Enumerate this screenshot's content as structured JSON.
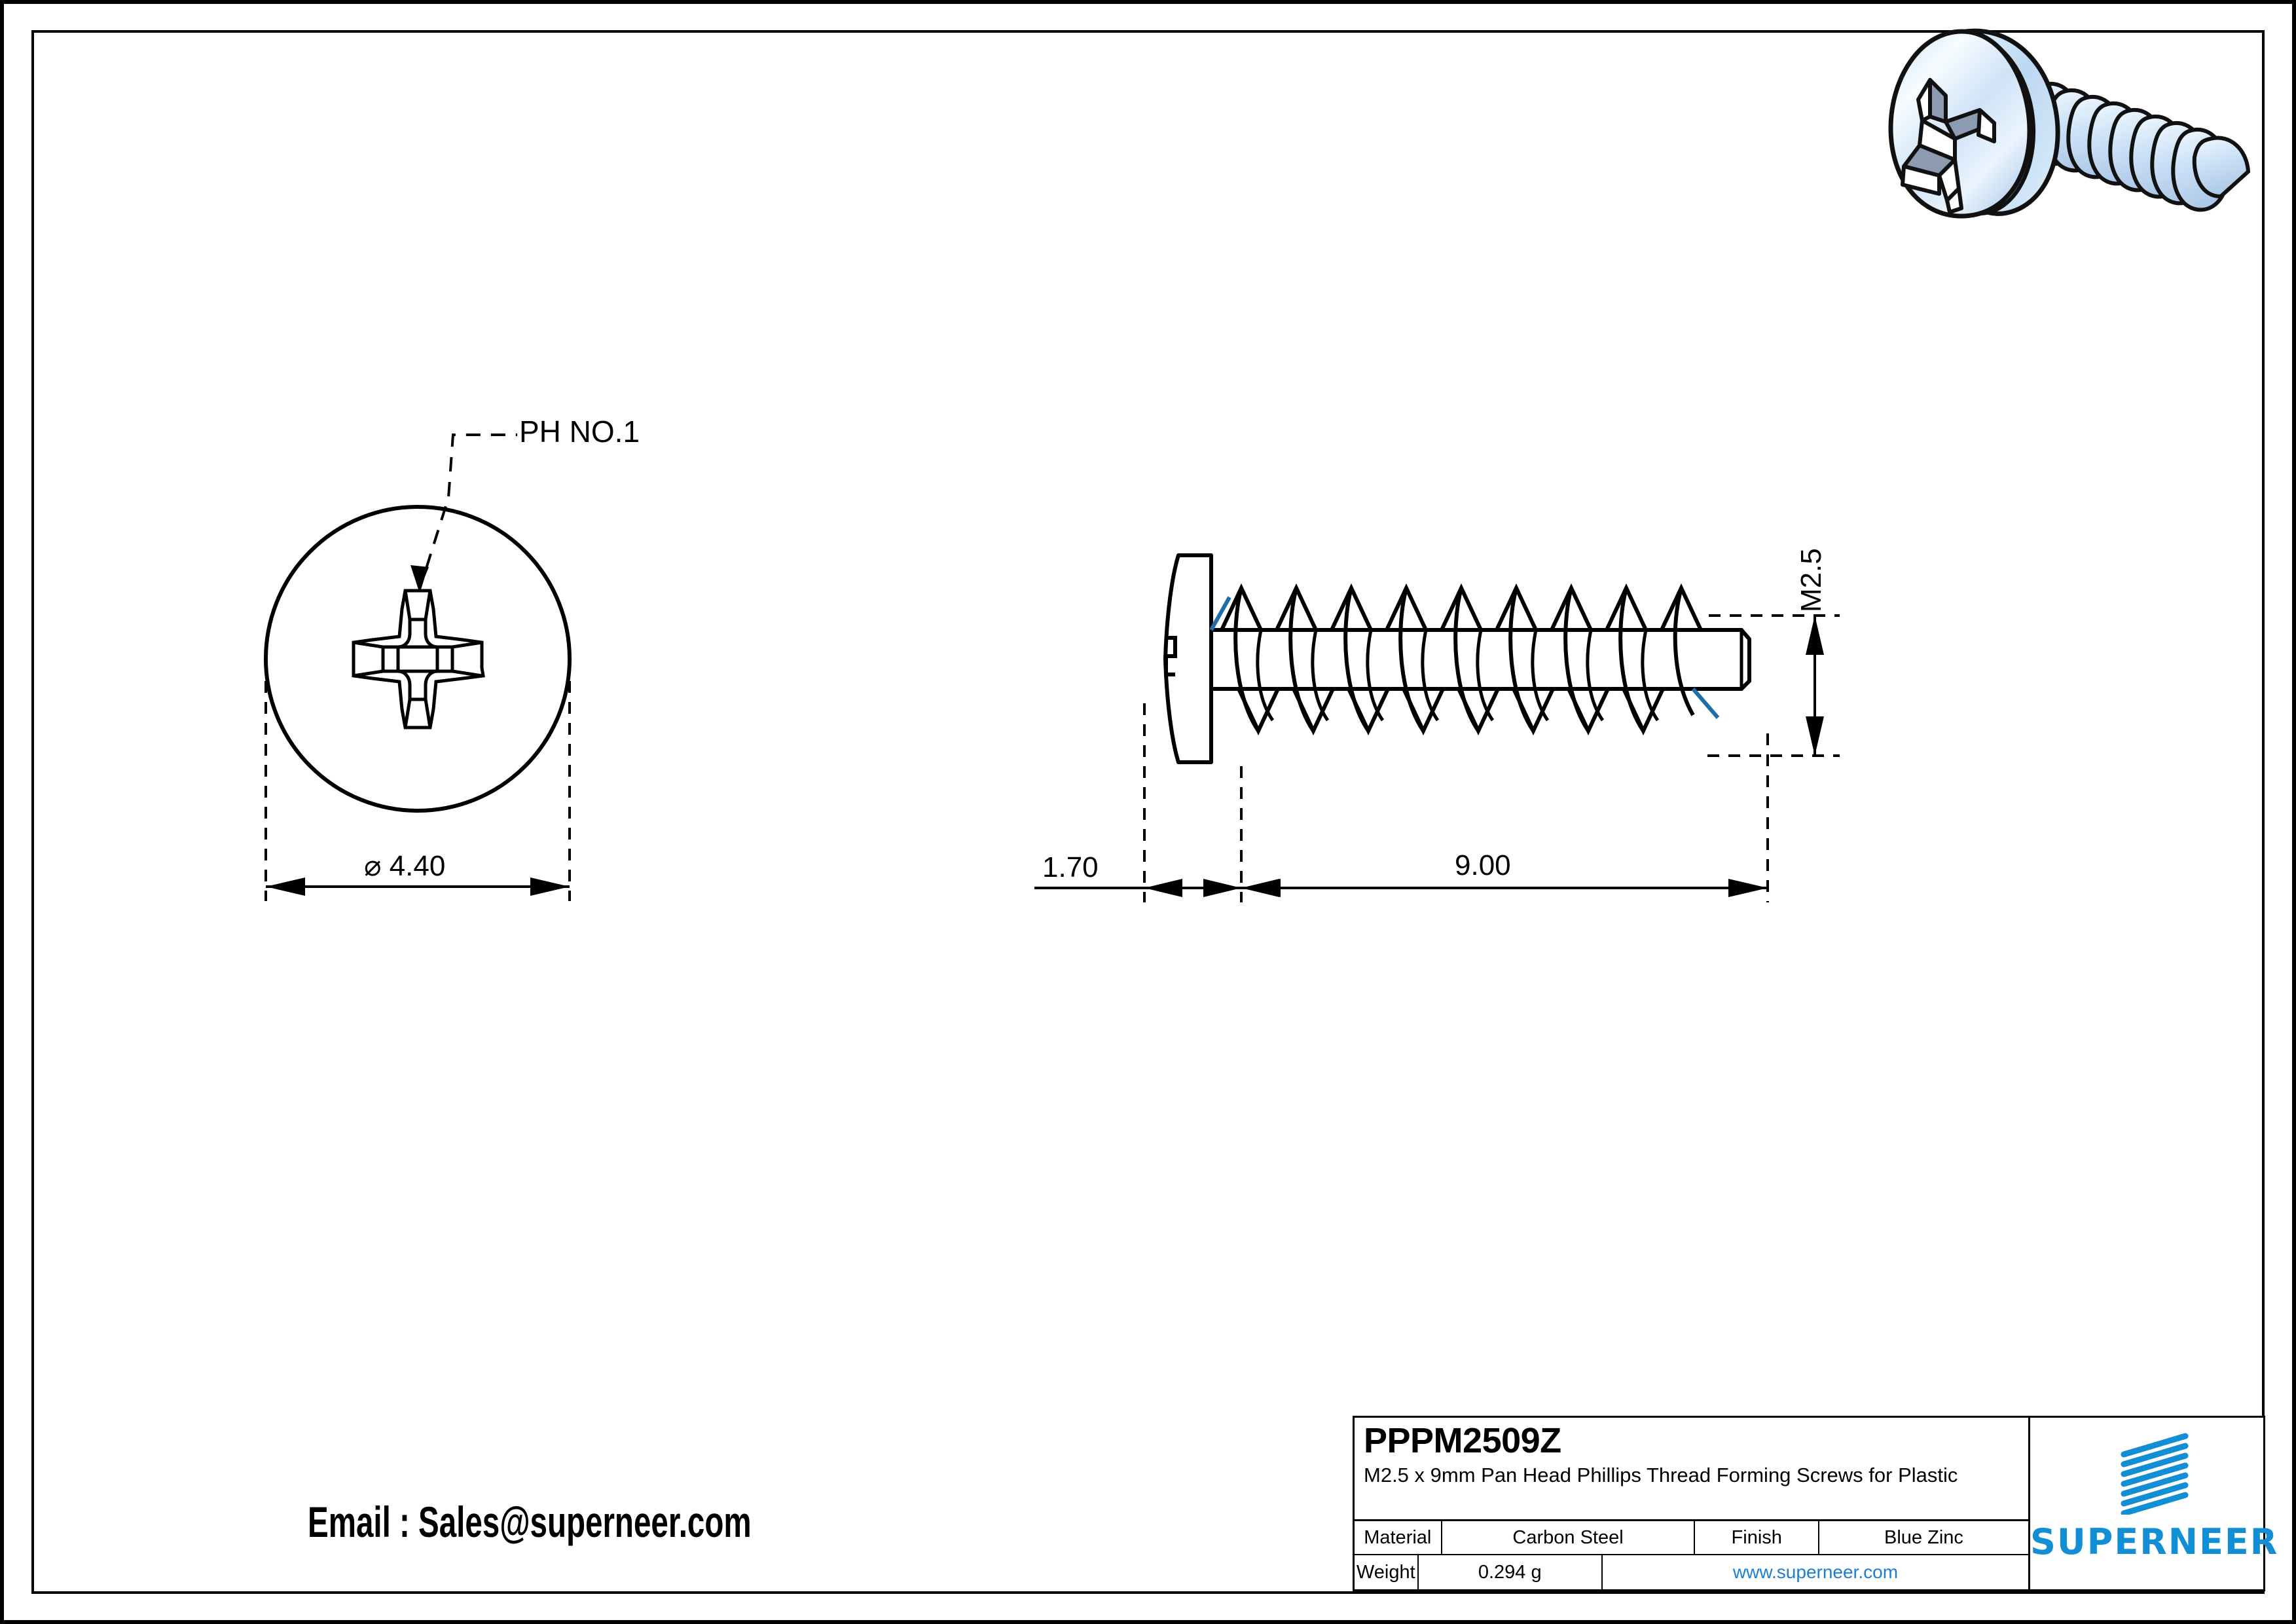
{
  "sheet": {
    "background": "#ffffff",
    "line_color": "#000000",
    "accent_blue": "#128fd4",
    "link_blue": "#1a7fd4",
    "hidden_edge_blue": "#1f6ea8"
  },
  "drawing": {
    "end_view": {
      "label_callout": "PH NO.1",
      "diameter_dim": "⌀ 4.40",
      "recess_type": "phillips-cross-recess"
    },
    "side_view": {
      "head_thickness_dim": "1.70",
      "length_dim": "9.00",
      "thread_dim": "M2.5",
      "head_style": "pan-head",
      "thread_count": 9
    }
  },
  "contact": {
    "email_line": "Email : Sales@superneer.com"
  },
  "title_block": {
    "part_number": "PPPM2509Z",
    "description": "M2.5 x 9mm Pan Head Phillips Thread Forming Screws for Plastic",
    "rows": [
      {
        "label": "Material",
        "value": "Carbon Steel",
        "label2": "Finish",
        "value2": "Blue Zinc"
      },
      {
        "label": "Weight",
        "value": "0.294 g",
        "url": "www.superneer.com"
      }
    ],
    "brand_name": "SUPERNEER",
    "brand_mark": "striped-parallelogram-logo"
  },
  "illustration": {
    "name": "pan-head-phillips-screw-3d-render",
    "body_color": "#cfe4f7",
    "highlight_color": "#ffffff",
    "recess_shadow": "#8c9bb0",
    "outline_color": "#111111"
  }
}
